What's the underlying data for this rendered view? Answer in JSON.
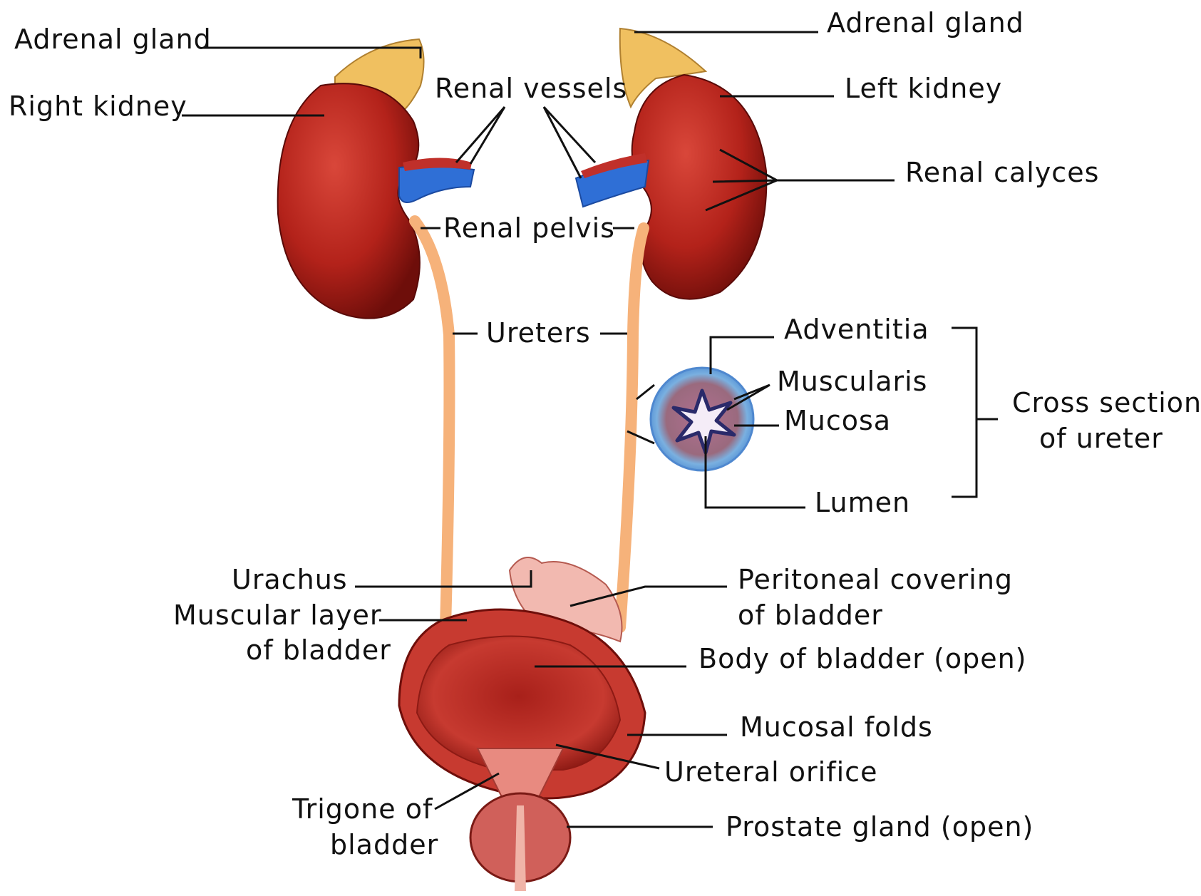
{
  "labels": {
    "adrenal_gland_right": "Adrenal gland",
    "adrenal_gland_left": "Adrenal gland",
    "right_kidney": "Right kidney",
    "left_kidney": "Left kidney",
    "renal_vessels": "Renal vessels",
    "renal_calyces": "Renal calyces",
    "renal_pelvis": "Renal pelvis",
    "ureters": "Ureters",
    "adventitia": "Adventitia",
    "muscularis": "Muscularis",
    "mucosa": "Mucosa",
    "lumen": "Lumen",
    "cross_section_line1": "Cross section",
    "cross_section_line2": "of ureter",
    "urachus": "Urachus",
    "muscular_layer_line1": "Muscular layer",
    "muscular_layer_line2": "of bladder",
    "peritoneal_line1": "Peritoneal covering",
    "peritoneal_line2": "of bladder",
    "body_of_bladder": "Body of bladder (open)",
    "mucosal_folds": "Mucosal folds",
    "ureteral_orifice": "Ureteral orifice",
    "trigone_line1": "Trigone of",
    "trigone_line2": "bladder",
    "prostate_gland": "Prostate gland (open)"
  },
  "colors": {
    "kidney": "#b3221a",
    "kidney_dark": "#7a0f0c",
    "adrenal": "#f0c060",
    "vein": "#2f6fd6",
    "ureter": "#f6b27a",
    "bladder": "#c4302a",
    "cross_section_outer": "#8fc0ef",
    "cross_section_inner": "#8a4a7a"
  }
}
